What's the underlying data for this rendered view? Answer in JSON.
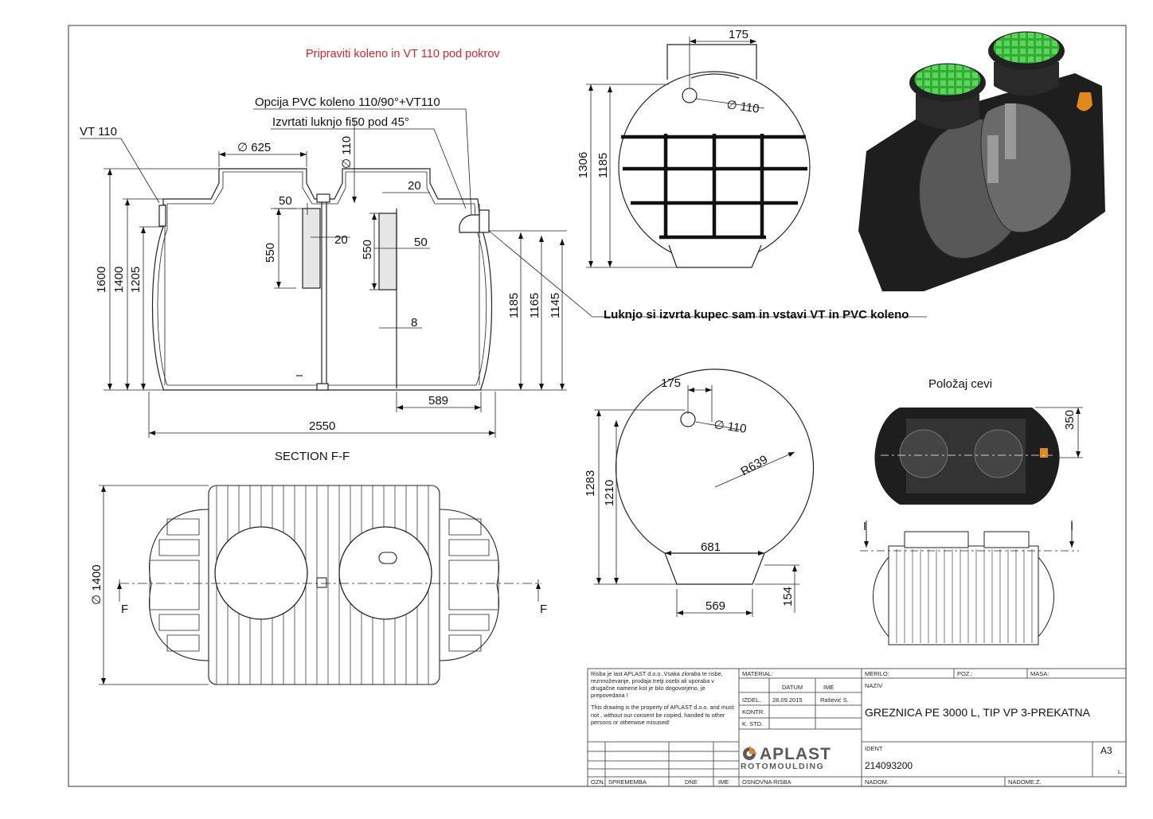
{
  "notes": {
    "top_red": "Pripraviti koleno in VT 110 pod pokrov",
    "pvc_option": "Opcija PVC koleno 110/90°+VT110",
    "drill_hole": "Izvrtati luknjo fi50 pod 45°",
    "vt110": "VT 110",
    "customer_drill": "Luknjo si izvrta kupec sam in vstavi VT in PVC koleno",
    "section_label": "SECTION F-F",
    "pipe_position": "Položaj cevi",
    "cut_f_left": "F",
    "cut_f_right": "F",
    "cut_i_left": "I",
    "cut_i_right": "I"
  },
  "dims_section": {
    "d625": "∅ 625",
    "d110_vert": "∅ 110",
    "d50_a": "50",
    "d20_a": "20",
    "d550_a": "550",
    "d20_b": "20",
    "d550_b": "550",
    "d50_b": "50",
    "d8": "8",
    "d1600": "1600",
    "d1400": "1400",
    "d1205": "1205",
    "d1185": "1185",
    "d1165": "1165",
    "d1145": "1145",
    "d589": "589",
    "d2550": "2550"
  },
  "dims_end_top": {
    "d175": "175",
    "d110": "∅ 110",
    "d1306": "1306",
    "d1185": "1185"
  },
  "dims_end_bottom": {
    "d175": "175",
    "d110": "∅ 110",
    "r639": "R639",
    "d1283": "1283",
    "d1210": "1210",
    "d681": "681",
    "d569": "569",
    "d154": "154"
  },
  "dims_plan": {
    "d1400": "∅ 1400"
  },
  "dims_pipe": {
    "d350": "350"
  },
  "colors": {
    "note_red": "#d8262b",
    "lid_green": "#3dbb3d",
    "pipe_orange": "#e08a1e",
    "logo_orange": "#e8821e",
    "logo_gray": "#5a5a5a"
  },
  "title_block": {
    "legal_si": "Risba je last APLAST d.o.o..Vsaka zloraba te risbe, reznnoževanje, prodaja tretji osebi ali uporaba v drugačne namene kot je bilo dogovorjeno, je prepovedana !",
    "legal_en": "This drawing is the property of APLAST d.o.o. and must not , without our consent be copied, handed to other persons or otherwise misused!",
    "material_label": "MATERIAL:",
    "merilo_label": "MERILO:",
    "poz_label": "POZ.:",
    "masa_label": "MASA:",
    "naziv_label": "NAZIV",
    "datum_label": "DATUM",
    "ime_label": "IME",
    "izdel_label": "IZDEL.",
    "izdel_date": "28.09.2015",
    "izdel_name": "Rašević S.",
    "kontr_label": "KONTR.",
    "kstd_label": "K. STD.",
    "title": "GREZNICA  PE 3000 L, TIP VP  3-PREKATNA",
    "ident_label": "IDENT",
    "ident_value": "214093200",
    "format": "A3",
    "sheet_l": "L.",
    "logo_top": "APLAST",
    "logo_bottom": "ROTOMOULDING",
    "ozn": "OZN.",
    "sprememba": "SPREMEMBA",
    "dne": "DNE",
    "ime2": "IME",
    "osnovna": "OSNOVNA RISBA",
    "nadom": "NADOM.",
    "nadomez": "NADOME.Z."
  }
}
